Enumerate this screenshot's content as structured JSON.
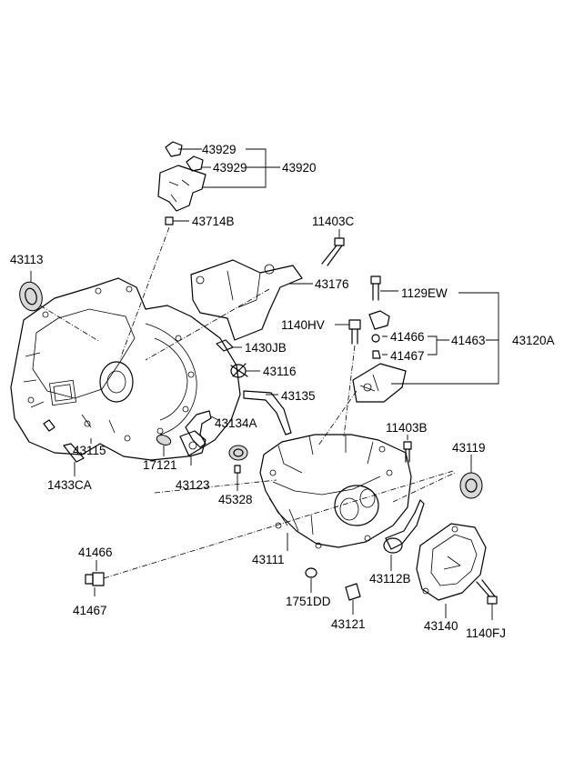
{
  "labels": {
    "p43929a": "43929",
    "p43929b": "43929",
    "p43920": "43920",
    "p43714B": "43714B",
    "p11403C": "11403C",
    "p43113": "43113",
    "p43176": "43176",
    "p1129EW": "1129EW",
    "p1140HV": "1140HV",
    "p41466a": "41466",
    "p41463": "41463",
    "p43120A": "43120A",
    "p41467a": "41467",
    "p1430JB": "1430JB",
    "p43116": "43116",
    "p43135": "43135",
    "p43134A": "43134A",
    "p11403B": "11403B",
    "p43119": "43119",
    "p43115": "43115",
    "p17121": "17121",
    "p43123": "43123",
    "p45328": "45328",
    "p1433CA": "1433CA",
    "p43111": "43111",
    "p41466b": "41466",
    "p43112B": "43112B",
    "p41467b": "41467",
    "p1751DD": "1751DD",
    "p43121": "43121",
    "p43140": "43140",
    "p1140FJ": "1140FJ"
  }
}
